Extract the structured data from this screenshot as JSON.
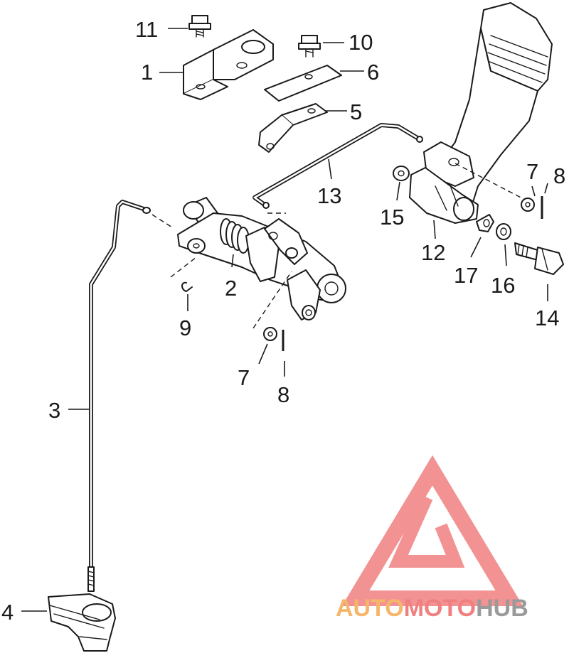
{
  "callouts": {
    "c1": "1",
    "c2": "2",
    "c3": "3",
    "c4": "4",
    "c5": "5",
    "c6": "6",
    "c7a": "7",
    "c7b": "7",
    "c8a": "8",
    "c8b": "8",
    "c9": "9",
    "c10": "10",
    "c11": "11",
    "c12": "12",
    "c13": "13",
    "c14": "14",
    "c15": "15",
    "c16": "16",
    "c17": "17"
  },
  "watermark": {
    "part1": "AUTO",
    "part2": "MOTO",
    "part3": "HUB",
    "color_orange": "#f5b66a",
    "color_red": "#f08080",
    "color_gray": "#9a9a9a"
  }
}
